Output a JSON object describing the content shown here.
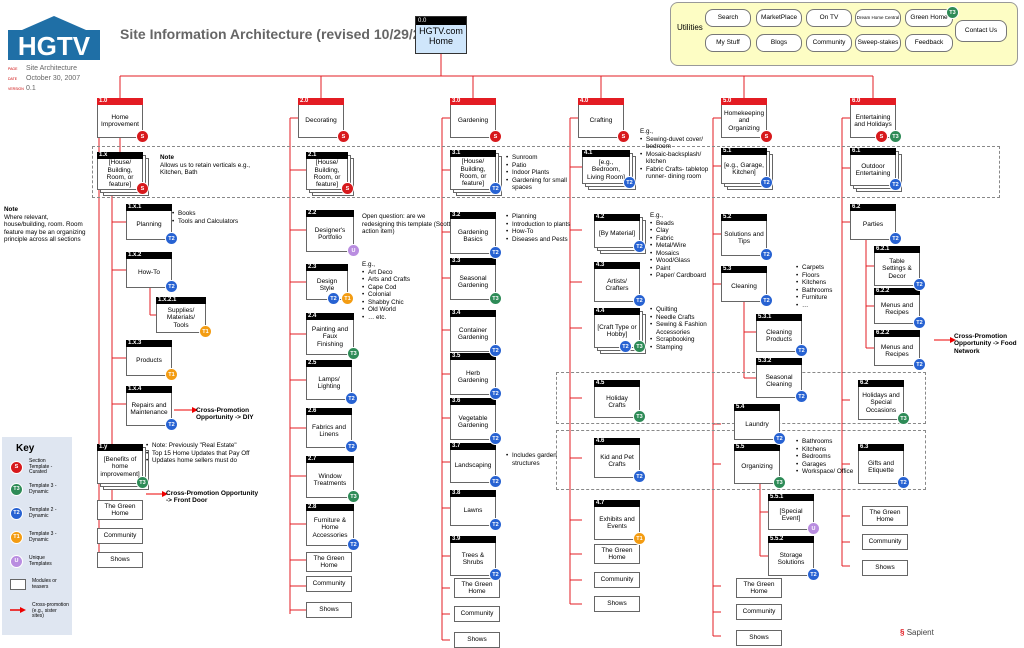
{
  "header": {
    "logo": "HGTV",
    "title": "Site Information Architecture (revised 10/29/2007)",
    "meta": [
      {
        "k": "PAGE",
        "v": "Site Architecture"
      },
      {
        "k": "DATE",
        "v": "October 30, 2007"
      },
      {
        "k": "VERSION",
        "v": "0.1"
      }
    ]
  },
  "home": {
    "num": "0.0",
    "label": "HGTV.com Home"
  },
  "utilities": {
    "label": "Utilities",
    "items": [
      "Search",
      "MarketPlace",
      "On TV",
      "Dream Home Central",
      "Green Home",
      "My Stuff",
      "Blogs",
      "Community",
      "Sweep-stakes",
      "Feedback",
      "Contact Us"
    ],
    "badge": "T3"
  },
  "notes": {
    "left": {
      "title": "Note",
      "text": "Where relevant, house/building, room. Room feature may be an organizing principle across all sections"
    },
    "verticals": {
      "title": "Note",
      "text": "Allows us to retain verticals e.g., Kitchen, Bath"
    },
    "portfolio": "Open question: are we redesigning this template (Scott action item)",
    "style_eg": "E.g.,",
    "style_items": [
      "Art Deco",
      "Arts and Crafts",
      "Cape Cod",
      "Colonial",
      "Shabby Chic",
      "Old World",
      "… etc."
    ],
    "planning_items": [
      "Books",
      "Tools and Calculators"
    ],
    "benefits_items": [
      "Note: Previously \"Real Estate\"",
      "Top 15 Home Updates that Pay Off",
      "Updates home sellers must do"
    ],
    "garden_rooms": [
      "Sunroom",
      "Patio",
      "Indoor Plants",
      "Gardening for small spaces"
    ],
    "garden_basics": [
      "Planning",
      "Introduction to plants",
      "How-To",
      "Diseases and Pests"
    ],
    "landscaping": [
      "Includes garden structures"
    ],
    "craft_rooms_eg": "E.g.,",
    "craft_rooms": [
      "Sewing-duvet cover/ bedroom",
      "Mosaic-backsplash/ kitchen",
      "Fabric Crafts- tabletop runner- dining room"
    ],
    "material_eg": "E.g.,",
    "material_items": [
      "Beads",
      "Clay",
      "Fabric",
      "Metal/Wire",
      "Mosaics",
      "Wood/Glass",
      "Paint",
      "Paper/ Cardboard"
    ],
    "craft_types": [
      "Quilting",
      "Needle Crafts",
      "Sewing & Fashion Accessories",
      "Scrapbooking",
      "Stamping"
    ],
    "cleaning_items": [
      "Carpets",
      "Floors",
      "Kitchens",
      "Bathrooms",
      "Furniture",
      "…"
    ],
    "organizing_items": [
      "Bathrooms",
      "Kitchens",
      "Bedrooms",
      "Garages",
      "Workspace/ Office"
    ]
  },
  "promos": {
    "diy": "Cross-Promotion Opportunity -> DIY",
    "frontdoor": "Cross-Promotion Opportunity -> Front Door",
    "food": "Cross-Promotion Opportunity -> Food Network"
  },
  "nodes": [
    {
      "id": "hi",
      "num": "1.0",
      "label": "Home Improvement",
      "red": true,
      "badge": "S"
    },
    {
      "id": "hix",
      "num": "1.x",
      "label": "[House/ Building, Room, or feature]",
      "stack": true,
      "badge": "S"
    },
    {
      "id": "hi1",
      "num": "1.x.1",
      "label": "Planning",
      "badge": "T2"
    },
    {
      "id": "hi2",
      "num": "1.x.2",
      "label": "How-To",
      "badge": "T2"
    },
    {
      "id": "hi21",
      "num": "1.x.2.1",
      "label": "Supplies/ Materials/ Tools",
      "badge": "T1"
    },
    {
      "id": "hi3",
      "num": "1.x.3",
      "label": "Products",
      "badge": "T1"
    },
    {
      "id": "hi4",
      "num": "1.x.4",
      "label": "Repairs and Maintenance",
      "badge": "T2"
    },
    {
      "id": "hiy",
      "num": "1.y",
      "label": "[Benefits of home improvement]",
      "stack": true,
      "badge": "T3"
    },
    {
      "id": "dc",
      "num": "2.0",
      "label": "Decorating",
      "red": true,
      "badge": "S"
    },
    {
      "id": "dc1",
      "num": "2.1",
      "label": "[House/ Building, Room, or feature]",
      "stack": true,
      "badge": "S"
    },
    {
      "id": "dc2",
      "num": "2.2",
      "label": "Designer's Portfolio",
      "badge": "U"
    },
    {
      "id": "dc3",
      "num": "2.3",
      "label": "Design Style",
      "badge": "T1",
      "badge2": "T2"
    },
    {
      "id": "dc4",
      "num": "2.4",
      "label": "Painting and Faux Finishing",
      "badge": "T3"
    },
    {
      "id": "dc5",
      "num": "2.5",
      "label": "Lamps/ Lighting",
      "badge": "T2"
    },
    {
      "id": "dc6",
      "num": "2.6",
      "label": "Fabrics and Linens",
      "badge": "T2"
    },
    {
      "id": "dc7",
      "num": "2.7",
      "label": "Window Treatments",
      "badge": "T3"
    },
    {
      "id": "dc8",
      "num": "2.8",
      "label": "Furniture & Home Accessories",
      "badge": "T2"
    },
    {
      "id": "gd",
      "num": "3.0",
      "label": "Gardening",
      "red": true,
      "badge": "S"
    },
    {
      "id": "gd1",
      "num": "3.1",
      "label": "[House/ Building, Room, or feature]",
      "stack": true,
      "badge": "T2"
    },
    {
      "id": "gd2",
      "num": "3.2",
      "label": "Gardening Basics",
      "badge": "T2"
    },
    {
      "id": "gd3",
      "num": "3.3",
      "label": "Seasonal Gardening",
      "badge": "T3"
    },
    {
      "id": "gd4",
      "num": "3.4",
      "label": "Container Gardening",
      "badge": "T2"
    },
    {
      "id": "gd5",
      "num": "3.5",
      "label": "Herb Gardening",
      "badge": "T2"
    },
    {
      "id": "gd6",
      "num": "3.6",
      "label": "Vegetable Gardening",
      "badge": "T2"
    },
    {
      "id": "gd7",
      "num": "3.7",
      "label": "Landscaping",
      "badge": "T2"
    },
    {
      "id": "gd8",
      "num": "3.8",
      "label": "Lawns",
      "badge": "T2"
    },
    {
      "id": "gd9",
      "num": "3.9",
      "label": "Trees & Shrubs",
      "badge": "T2"
    },
    {
      "id": "cr",
      "num": "4.0",
      "label": "Crafting",
      "red": true,
      "badge": "S"
    },
    {
      "id": "cr1",
      "num": "4.1",
      "label": "[e.g., Bedroom, Living Room]",
      "stack": true,
      "badge": "T2"
    },
    {
      "id": "cr2",
      "num": "4.2",
      "label": "[By Material]",
      "stack": true,
      "badge": "T2"
    },
    {
      "id": "cr3",
      "num": "4.3",
      "label": "Artists/ Crafters",
      "badge": "T2"
    },
    {
      "id": "cr4",
      "num": "4.4",
      "label": "[Craft Type or Hobby]",
      "stack": true,
      "badge": "T3",
      "badge2": "T2"
    },
    {
      "id": "cr5",
      "num": "4.5",
      "label": "Holiday Crafts",
      "badge": "T3"
    },
    {
      "id": "cr6",
      "num": "4.6",
      "label": "Kid and Pet Crafts",
      "badge": "T2"
    },
    {
      "id": "cr7",
      "num": "4.7",
      "label": "Exhibits and Events",
      "badge": "T1"
    },
    {
      "id": "ho",
      "num": "5.0",
      "label": "Homekeeping and Organizing",
      "red": true,
      "badge": "S"
    },
    {
      "id": "ho1",
      "num": "5.1",
      "label": "[e.g., Garage, Kitchen]",
      "stack": true,
      "badge": "T2"
    },
    {
      "id": "ho2",
      "num": "5.2",
      "label": "Solutions and Tips",
      "badge": "T2"
    },
    {
      "id": "ho3",
      "num": "5.3",
      "label": "Cleaning",
      "badge": "T2"
    },
    {
      "id": "ho31",
      "num": "5.3.1",
      "label": "Cleaning Products",
      "badge": "T2"
    },
    {
      "id": "ho32",
      "num": "5.3.2",
      "label": "Seasonal Cleaning",
      "badge": "T2"
    },
    {
      "id": "ho4",
      "num": "5.4",
      "label": "Laundry",
      "badge": "T2"
    },
    {
      "id": "ho5",
      "num": "5.5",
      "label": "Organizing",
      "badge": "T3"
    },
    {
      "id": "ho51",
      "num": "5.5.1",
      "label": "[Special Event]",
      "badge": "U"
    },
    {
      "id": "ho52",
      "num": "5.5.2",
      "label": "Storage Solutions",
      "badge": "T2"
    },
    {
      "id": "eh",
      "num": "6.0",
      "label": "Entertaining and Holidays",
      "red": true,
      "badge": "T3",
      "badge2": "S"
    },
    {
      "id": "eh1",
      "num": "6.1",
      "label": "Outdoor Entertaining",
      "stack": true,
      "badge": "T2"
    },
    {
      "id": "eh2",
      "num": "6.2",
      "label": "Parties",
      "badge": "T2"
    },
    {
      "id": "eh21",
      "num": "6.2.1",
      "label": "Table Settings & Decor",
      "badge": "T2"
    },
    {
      "id": "eh22",
      "num": "6.2.2",
      "label": "Menus and Recipes",
      "badge": "T2"
    },
    {
      "id": "eh22b",
      "num": "6.2.2",
      "label": "Menus and Recipes",
      "badge": "T2"
    },
    {
      "id": "eh3",
      "num": "6.2",
      "label": "Holidays and Special Occasions",
      "badge": "T3"
    },
    {
      "id": "eh4",
      "num": "6.3",
      "label": "Gifts and Etiquette",
      "badge": "T2"
    }
  ],
  "modules": {
    "green": "The Green Home",
    "community": "Community",
    "shows": "Shows"
  },
  "key": {
    "title": "Key",
    "items": [
      {
        "b": "S",
        "t": "Section Template - Curated"
      },
      {
        "b": "T3",
        "t": "Template 3 - Dynamic"
      },
      {
        "b": "T2",
        "t": "Template 2 - Dynamic"
      },
      {
        "b": "T1",
        "t": "Template 3 - Dynamic"
      },
      {
        "b": "U",
        "t": "Unique Templates"
      },
      {
        "b": "box",
        "t": "Modules or teasers"
      },
      {
        "b": "arrow",
        "t": "Cross-promotion (e.g., sister sites)"
      }
    ]
  },
  "brand": "Sapient",
  "colors": {
    "red": "#e31c23",
    "t2": "#2762d2",
    "t3": "#2e8b57",
    "t1": "#f39c12",
    "u": "#b98de0",
    "utilBg": "#fdfdc4"
  }
}
